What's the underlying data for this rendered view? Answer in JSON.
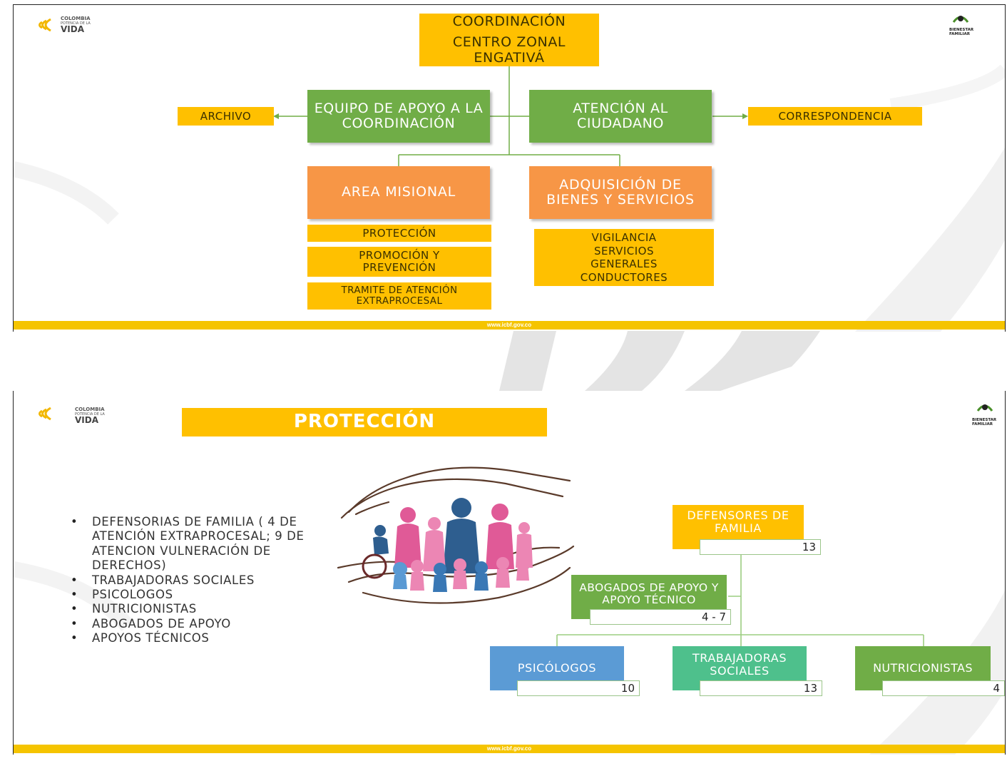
{
  "slide1": {
    "brand_country": "COLOMBIA",
    "brand_tagline": "POTENCIA DE LA",
    "brand_name": "VIDA",
    "right_logo_line1": "BIENESTAR",
    "right_logo_line2": "FAMILIAR",
    "top_box": {
      "line1": "COORDINACIÓN",
      "line2": "CENTRO ZONAL",
      "line3": "ENGATIVÁ"
    },
    "equipo_apoyo": "EQUIPO DE APOYO A LA COORDINACIÓN",
    "atencion": "ATENCIÓN AL CIUDADANO",
    "archivo": "ARCHIVO",
    "correspondencia": "CORRESPONDENCIA",
    "area_misional": "AREA MISIONAL",
    "adquisicion": "ADQUISICIÓN DE BIENES Y SERVICIOS",
    "proteccion": "PROTECCIÓN",
    "promocion": "PROMOCIÓN Y PREVENCIÓN",
    "tramite": "TRAMITE DE ATENCIÓN EXTRAPROCESAL",
    "servicios_lines": [
      "VIGILANCIA",
      "SERVICIOS",
      "GENERALES",
      "CONDUCTORES"
    ],
    "footer_url": "www.icbf.gov.co"
  },
  "slide2": {
    "brand_country": "COLOMBIA",
    "brand_tagline": "POTENCIA DE LA",
    "brand_name": "VIDA",
    "right_logo_line1": "BIENESTAR",
    "right_logo_line2": "FAMILIAR",
    "title": "PROTECCIÓN",
    "bullets": [
      "DEFENSORIAS DE FAMILIA ( 4 DE ATENCIÓN EXTRAPROCESAL; 9 DE ATENCION VULNERACIÓN DE DERECHOS)",
      "TRABAJADORAS SOCIALES",
      "PSICOLOGOS",
      "NUTRICIONISTAS",
      "ABOGADOS DE APOYO",
      "APOYOS TÉCNICOS"
    ],
    "defensores": {
      "label": "DEFENSORES DE FAMILIA",
      "count": "13"
    },
    "abogados": {
      "label": "ABOGADOS DE APOYO Y APOYO TÉCNICO",
      "count": "4 - 7"
    },
    "psicologos": {
      "label": "PSICÓLOGOS",
      "count": "10"
    },
    "trabajadoras": {
      "label": "TRABAJADORAS SOCIALES",
      "count": "13"
    },
    "nutricionistas": {
      "label": "NUTRICIONISTAS",
      "count": "4"
    },
    "footer_url": "www.icbf.gov.co"
  },
  "colors": {
    "yellow": "#ffc000",
    "green": "#70ad47",
    "orange": "#f79646",
    "blue": "#5b9bd5",
    "teal": "#4ec08c",
    "footer": "#f5c400"
  }
}
